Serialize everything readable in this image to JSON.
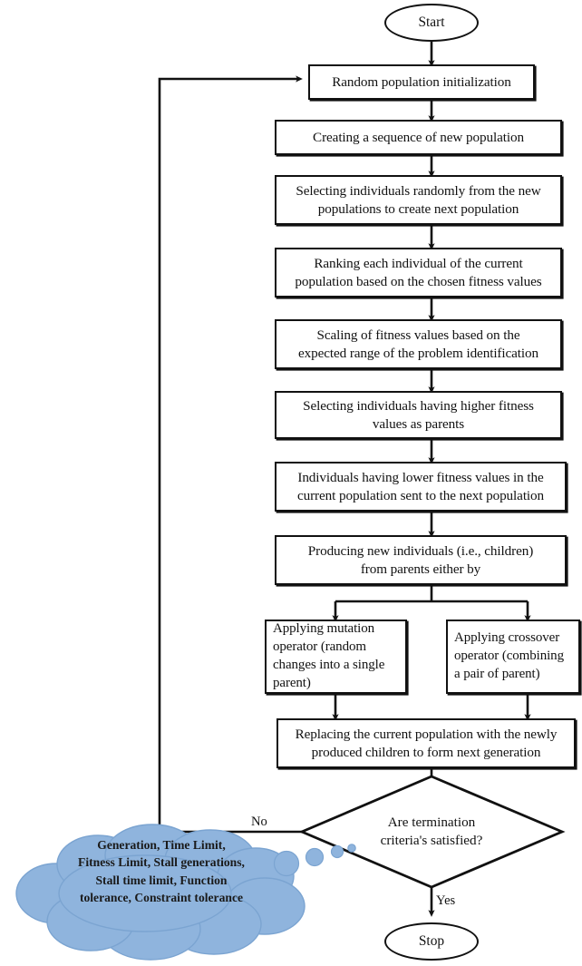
{
  "diagram": {
    "title": "Genetic algorithm flowchart",
    "type": "flowchart",
    "colors": {
      "stroke": "#111111",
      "node_fill": "#ffffff",
      "cloud_fill": "#8fb4dd",
      "cloud_stroke": "#7ba4d1",
      "text": "#111111"
    },
    "terminals": {
      "start": "Start",
      "stop": "Stop"
    },
    "steps": [
      {
        "id": "init",
        "label": "Random population initialization"
      },
      {
        "id": "sequence",
        "label": "Creating a sequence of new population"
      },
      {
        "id": "select-random",
        "line1": "Selecting individuals randomly from the new",
        "line2": "populations to create next population"
      },
      {
        "id": "ranking",
        "line1": "Ranking each individual of the current",
        "line2": "population based on the chosen fitness values"
      },
      {
        "id": "scaling",
        "line1": "Scaling of fitness values based on the",
        "line2": "expected range of the problem identification"
      },
      {
        "id": "select-parents",
        "line1": "Selecting individuals having higher fitness",
        "line2": "values as parents"
      },
      {
        "id": "lower-fitness",
        "line1": "Individuals having lower fitness values in the",
        "line2": "current population sent to the next population"
      },
      {
        "id": "producing",
        "line1": "Producing new individuals (i.e., children)",
        "line2": "from parents either by"
      }
    ],
    "branches": [
      {
        "id": "mutation",
        "label": "Applying mutation operator (random changes into a single parent)"
      },
      {
        "id": "crossover",
        "label": "Applying crossover operator (combining a pair of parent)"
      }
    ],
    "replacing": {
      "line1": "Replacing the current population with the newly",
      "line2": "produced children to form next generation"
    },
    "decision": {
      "line1": "Are termination",
      "line2": "criteria's satisfied?"
    },
    "edge_labels": {
      "no": "No",
      "yes": "Yes"
    },
    "cloud": {
      "line1": "Generation, Time Limit,",
      "line2": "Fitness Limit, Stall generations,",
      "line3": "Stall time limit, Function",
      "line4": "tolerance, Constraint tolerance"
    }
  }
}
